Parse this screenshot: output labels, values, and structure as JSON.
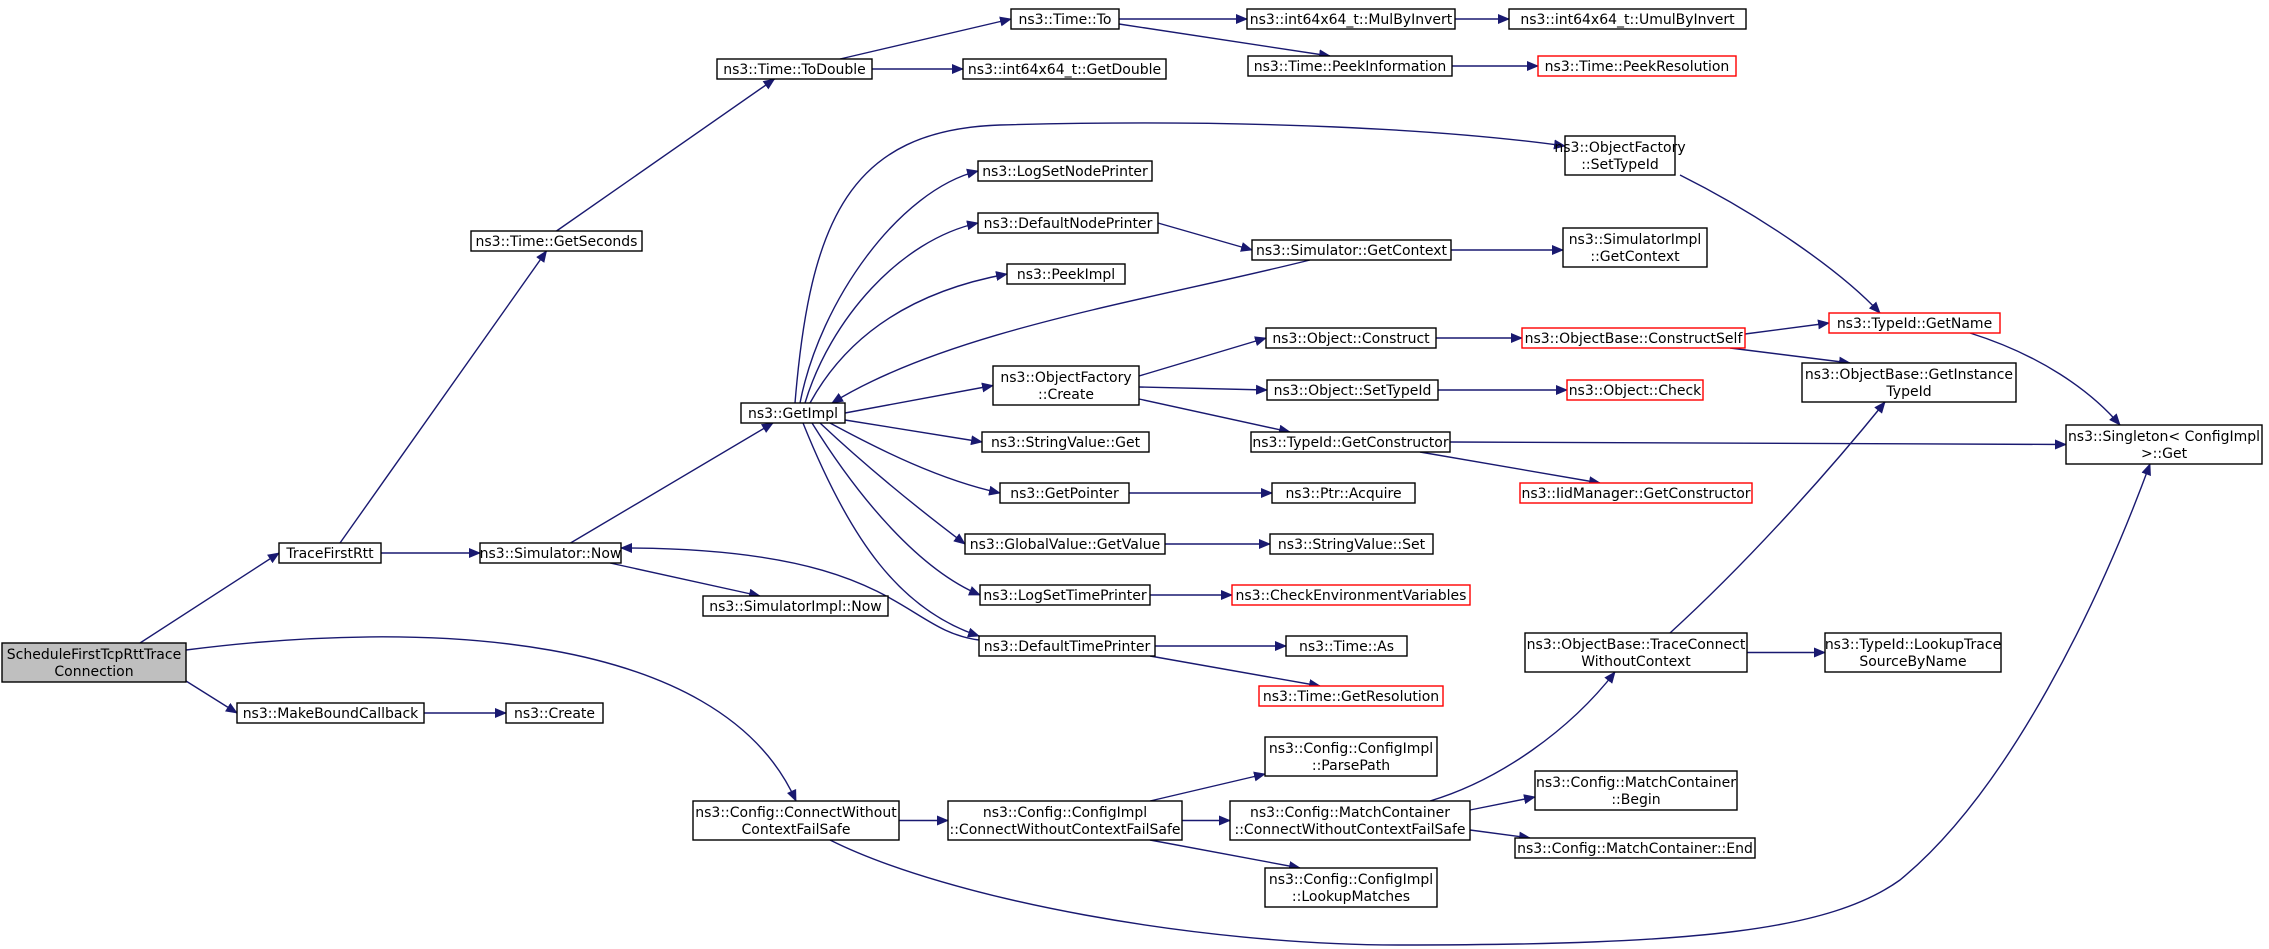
{
  "colors": {
    "edge": "#191970",
    "node_border": "#000000",
    "truncated_border": "#ff0000",
    "root_fill": "#bfbfbf",
    "background": "#ffffff"
  },
  "nodes": {
    "root": {
      "lines": [
        "ScheduleFirstTcpRttTrace",
        "Connection"
      ],
      "highlight": true
    },
    "trace_first_rtt": {
      "lines": [
        "TraceFirstRtt"
      ]
    },
    "make_bound_callback": {
      "lines": [
        "ns3::MakeBoundCallback"
      ]
    },
    "create": {
      "lines": [
        "ns3::Create"
      ]
    },
    "config_connect": {
      "lines": [
        "ns3::Config::ConnectWithout",
        "ContextFailSafe"
      ]
    },
    "time_get_seconds": {
      "lines": [
        "ns3::Time::GetSeconds"
      ]
    },
    "time_to_double": {
      "lines": [
        "ns3::Time::ToDouble"
      ]
    },
    "time_to": {
      "lines": [
        "ns3::Time::To"
      ]
    },
    "int64_get_double": {
      "lines": [
        "ns3::int64x64_t::GetDouble"
      ]
    },
    "mul_by_invert": {
      "lines": [
        "ns3::int64x64_t::MulByInvert"
      ]
    },
    "umul_by_invert": {
      "lines": [
        "ns3::int64x64_t::UmulByInvert"
      ]
    },
    "peek_information": {
      "lines": [
        "ns3::Time::PeekInformation"
      ]
    },
    "peek_resolution": {
      "lines": [
        "ns3::Time::PeekResolution"
      ],
      "truncated": true
    },
    "simulator_now": {
      "lines": [
        "ns3::Simulator::Now"
      ]
    },
    "simulator_impl_now": {
      "lines": [
        "ns3::SimulatorImpl::Now"
      ]
    },
    "get_impl": {
      "lines": [
        "ns3::GetImpl"
      ]
    },
    "log_set_node_printer": {
      "lines": [
        "ns3::LogSetNodePrinter"
      ]
    },
    "default_node_printer": {
      "lines": [
        "ns3::DefaultNodePrinter"
      ]
    },
    "peek_impl": {
      "lines": [
        "ns3::PeekImpl"
      ]
    },
    "object_factory_create": {
      "lines": [
        "ns3::ObjectFactory",
        "::Create"
      ]
    },
    "string_value_get": {
      "lines": [
        "ns3::StringValue::Get"
      ]
    },
    "get_pointer": {
      "lines": [
        "ns3::GetPointer"
      ]
    },
    "global_value_get_value": {
      "lines": [
        "ns3::GlobalValue::GetValue"
      ]
    },
    "log_set_time_printer": {
      "lines": [
        "ns3::LogSetTimePrinter"
      ]
    },
    "default_time_printer": {
      "lines": [
        "ns3::DefaultTimePrinter"
      ]
    },
    "object_factory_set_type_id": {
      "lines": [
        "ns3::ObjectFactory",
        "::SetTypeId"
      ]
    },
    "simulator_get_context": {
      "lines": [
        "ns3::Simulator::GetContext"
      ]
    },
    "simulator_impl_get_context": {
      "lines": [
        "ns3::SimulatorImpl",
        "::GetContext"
      ]
    },
    "object_construct": {
      "lines": [
        "ns3::Object::Construct"
      ]
    },
    "object_set_type_id": {
      "lines": [
        "ns3::Object::SetTypeId"
      ]
    },
    "type_id_get_constructor": {
      "lines": [
        "ns3::TypeId::GetConstructor"
      ]
    },
    "ptr_acquire": {
      "lines": [
        "ns3::Ptr::Acquire"
      ]
    },
    "string_value_set": {
      "lines": [
        "ns3::StringValue::Set"
      ]
    },
    "check_env_vars": {
      "lines": [
        "ns3::CheckEnvironmentVariables"
      ],
      "truncated": true
    },
    "time_as": {
      "lines": [
        "ns3::Time::As"
      ]
    },
    "time_get_resolution": {
      "lines": [
        "ns3::Time::GetResolution"
      ],
      "truncated": true
    },
    "object_base_construct_self": {
      "lines": [
        "ns3::ObjectBase::ConstructSelf"
      ],
      "truncated": true
    },
    "object_check": {
      "lines": [
        "ns3::Object::Check"
      ],
      "truncated": true
    },
    "iid_manager_get_constructor": {
      "lines": [
        "ns3::IidManager::GetConstructor"
      ],
      "truncated": true
    },
    "type_id_get_name": {
      "lines": [
        "ns3::TypeId::GetName"
      ],
      "truncated": true
    },
    "get_instance_type_id": {
      "lines": [
        "ns3::ObjectBase::GetInstance",
        "TypeId"
      ]
    },
    "singleton_get": {
      "lines": [
        "ns3::Singleton< ConfigImpl",
        " >::Get"
      ]
    },
    "config_impl_connect": {
      "lines": [
        "ns3::Config::ConfigImpl",
        "::ConnectWithoutContextFailSafe"
      ]
    },
    "config_impl_parse_path": {
      "lines": [
        "ns3::Config::ConfigImpl",
        "::ParsePath"
      ]
    },
    "match_container_connect": {
      "lines": [
        "ns3::Config::MatchContainer",
        "::ConnectWithoutContextFailSafe"
      ]
    },
    "config_impl_lookup_matches": {
      "lines": [
        "ns3::Config::ConfigImpl",
        "::LookupMatches"
      ]
    },
    "trace_connect_without_context": {
      "lines": [
        "ns3::ObjectBase::TraceConnect",
        "WithoutContext"
      ]
    },
    "match_container_begin": {
      "lines": [
        "ns3::Config::MatchContainer",
        "::Begin"
      ]
    },
    "match_container_end": {
      "lines": [
        "ns3::Config::MatchContainer::End"
      ]
    },
    "lookup_trace_source_by_name": {
      "lines": [
        "ns3::TypeId::LookupTrace",
        "SourceByName"
      ]
    }
  }
}
